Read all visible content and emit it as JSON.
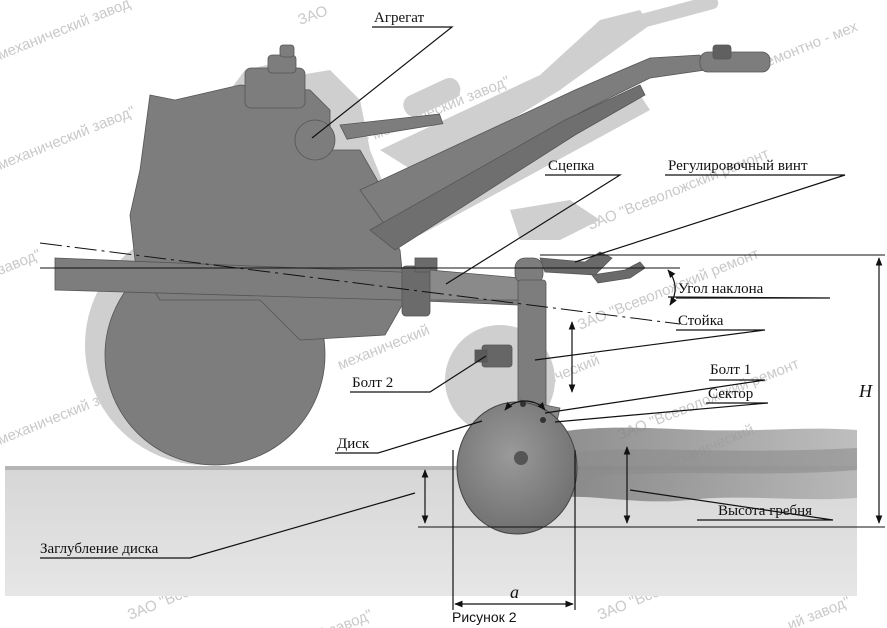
{
  "diagram": {
    "labels": {
      "aggregate": "Агрегат",
      "hitch": "Сцепка",
      "adjust_screw": "Регулировочный винт",
      "tilt_angle": "Угол наклона",
      "post": "Стойка",
      "bolt1": "Болт 1",
      "bolt2": "Болт 2",
      "sector": "Сектор",
      "disk": "Диск",
      "ridge_height": "Высота гребня",
      "disk_depth": "Заглубление диска",
      "dim_a": "a",
      "dim_H": "H"
    },
    "caption": "Рисунок 2",
    "watermark_company": "ЗАО \"Всеволожский ремонтно - механический завод\"",
    "watermark_fragments": [
      "ЗАО",
      "механический завод\"",
      "ремонтно - механический завод\"",
      "ремонтно - мех",
      "механический завод\"",
      "ЗАО \"Всеволожский ремонт",
      "ЗАО \"Всеволожский ремонт",
      "ЗАО \"Всеволожский ремонт",
      "механический",
      "механический",
      "ремонтно - механический",
      "завод\"",
      "механический завод\"",
      "ЗАО \"Всевол",
      "ЗАО \"Всевол",
      "й завод\"",
      "ий завод\""
    ],
    "colors": {
      "machine": "#7d7d7d",
      "machine_shadow": "#c8c8c8",
      "ground": "#c4c4c4",
      "ridge": "#9a9a9a",
      "watermark": "#c9c9c9"
    }
  }
}
